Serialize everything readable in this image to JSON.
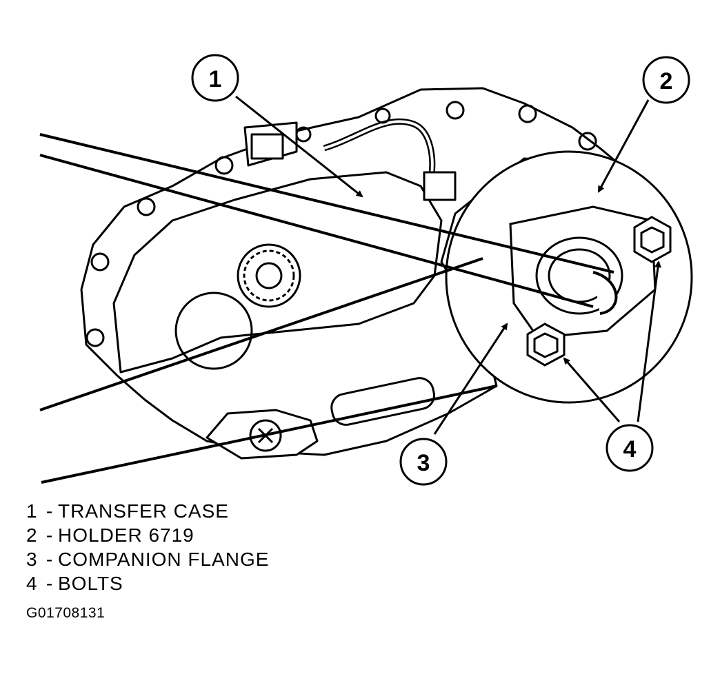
{
  "callouts": [
    {
      "number": "1",
      "label": "TRANSFER CASE"
    },
    {
      "number": "2",
      "label": "HOLDER 6719"
    },
    {
      "number": "3",
      "label": "COMPANION FLANGE"
    },
    {
      "number": "4",
      "label": "BOLTS"
    }
  ],
  "legend_separator": "-",
  "figure_id": "G01708131",
  "colors": {
    "ink": "#000000",
    "paper": "#ffffff"
  }
}
